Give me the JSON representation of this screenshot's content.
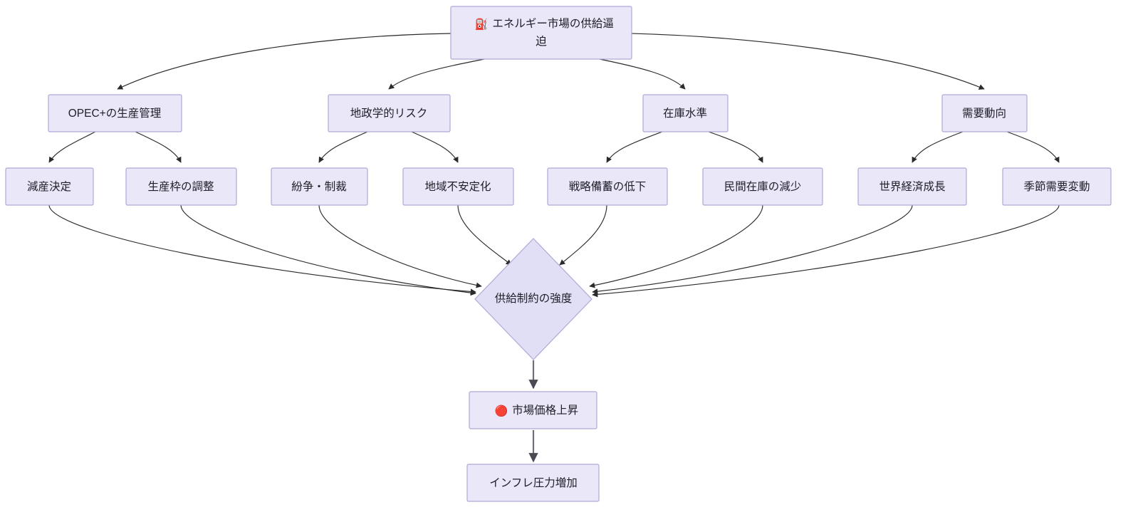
{
  "diagram": {
    "type": "flowchart",
    "direction": "top-down",
    "background_color": "#ffffff",
    "node_fill_color": "#e9e7f8",
    "node_border_color": "#b0a8d8",
    "edge_color": "#2a2a2a",
    "final_edge_color": "#6f6f7a",
    "nodes": [
      {
        "id": "root",
        "label": "エネルギー市場の供給逼迫",
        "icon": "fuel-pump-icon",
        "icon_glyph": "⛽",
        "shape": "rect",
        "wrapped": true
      },
      {
        "id": "opec",
        "label": "OPEC+の生産管理",
        "shape": "rect"
      },
      {
        "id": "geo",
        "label": "地政学的リスク",
        "shape": "rect"
      },
      {
        "id": "stock",
        "label": "在庫水準",
        "shape": "rect"
      },
      {
        "id": "demand",
        "label": "需要動向",
        "shape": "rect"
      },
      {
        "id": "cut",
        "label": "減産決定",
        "shape": "rect"
      },
      {
        "id": "quota",
        "label": "生産枠の調整",
        "shape": "rect"
      },
      {
        "id": "conflict",
        "label": "紛争・制裁",
        "shape": "rect"
      },
      {
        "id": "instability",
        "label": "地域不安定化",
        "shape": "rect"
      },
      {
        "id": "reserve",
        "label": "戦略備蓄の低下",
        "shape": "rect"
      },
      {
        "id": "private",
        "label": "民間在庫の減少",
        "shape": "rect"
      },
      {
        "id": "growth",
        "label": "世界経済成長",
        "shape": "rect"
      },
      {
        "id": "seasonal",
        "label": "季節需要変動",
        "shape": "rect"
      },
      {
        "id": "constraint",
        "label": "供給制約の強度",
        "shape": "diamond"
      },
      {
        "id": "price",
        "label": "市場価格上昇",
        "icon": "red-circle-icon",
        "icon_glyph": "🔴",
        "shape": "rect"
      },
      {
        "id": "inflation",
        "label": "インフレ圧力増加",
        "shape": "rect"
      }
    ],
    "edges": [
      {
        "from": "root",
        "to": "opec"
      },
      {
        "from": "root",
        "to": "geo"
      },
      {
        "from": "root",
        "to": "stock"
      },
      {
        "from": "root",
        "to": "demand"
      },
      {
        "from": "opec",
        "to": "cut"
      },
      {
        "from": "opec",
        "to": "quota"
      },
      {
        "from": "geo",
        "to": "conflict"
      },
      {
        "from": "geo",
        "to": "instability"
      },
      {
        "from": "stock",
        "to": "reserve"
      },
      {
        "from": "stock",
        "to": "private"
      },
      {
        "from": "demand",
        "to": "growth"
      },
      {
        "from": "demand",
        "to": "seasonal"
      },
      {
        "from": "cut",
        "to": "constraint"
      },
      {
        "from": "quota",
        "to": "constraint"
      },
      {
        "from": "conflict",
        "to": "constraint"
      },
      {
        "from": "instability",
        "to": "constraint"
      },
      {
        "from": "reserve",
        "to": "constraint"
      },
      {
        "from": "private",
        "to": "constraint"
      },
      {
        "from": "growth",
        "to": "constraint"
      },
      {
        "from": "seasonal",
        "to": "constraint"
      },
      {
        "from": "constraint",
        "to": "price"
      },
      {
        "from": "price",
        "to": "inflation"
      }
    ]
  },
  "labels": {
    "root_line1": "エネルギー市場の供給逼",
    "root_line2": "迫",
    "root_icon": "⛽",
    "opec": "OPEC+の生産管理",
    "geo": "地政学的リスク",
    "stock": "在庫水準",
    "demand": "需要動向",
    "cut": "減産決定",
    "quota": "生産枠の調整",
    "conflict": "紛争・制裁",
    "instability": "地域不安定化",
    "reserve": "戦略備蓄の低下",
    "private": "民間在庫の減少",
    "growth": "世界経済成長",
    "seasonal": "季節需要変動",
    "constraint": "供給制約の強度",
    "price": "市場価格上昇",
    "price_icon": "🔴",
    "inflation": "インフレ圧力増加"
  }
}
